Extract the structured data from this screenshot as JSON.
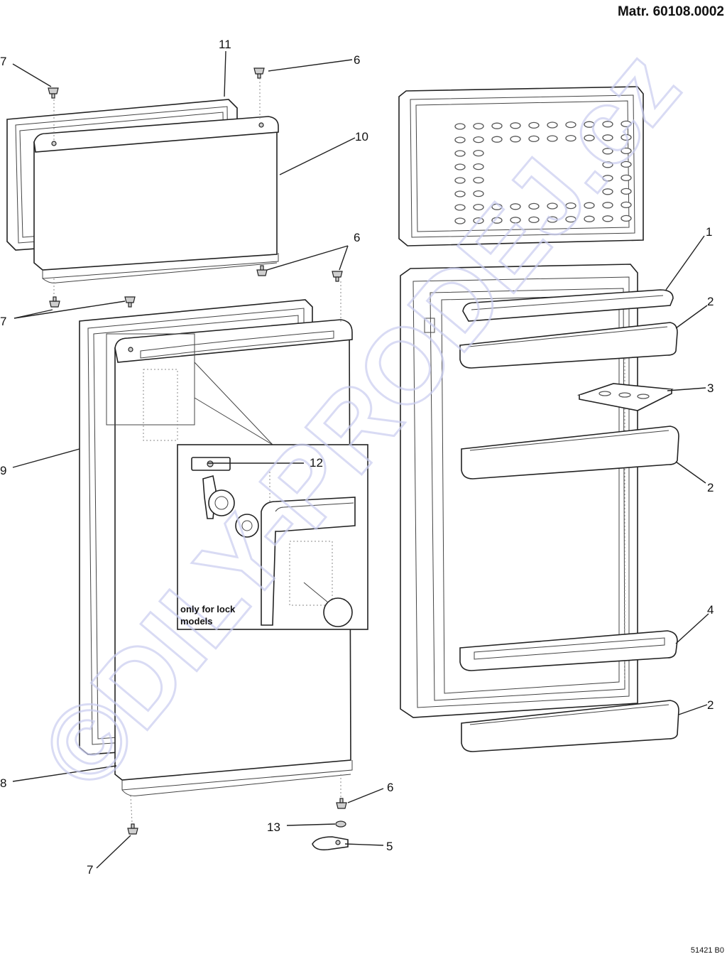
{
  "header": {
    "title": "Matr. 60108.0002"
  },
  "footer": {
    "reference": "51421 B0"
  },
  "watermark": {
    "text": "©DILY-PRODEJ.cz"
  },
  "note": {
    "line1": "only for lock",
    "line2": "models"
  },
  "callouts": {
    "c1": "1",
    "c2a": "2",
    "c2b": "2",
    "c2c": "2",
    "c3": "3",
    "c4": "4",
    "c5": "5",
    "c6a": "6",
    "c6b": "6",
    "c6c": "6",
    "c7a": "7",
    "c7b": "7",
    "c7c": "7",
    "c8": "8",
    "c9": "9",
    "c10": "10",
    "c11": "11",
    "c12": "12",
    "c13": "13"
  }
}
